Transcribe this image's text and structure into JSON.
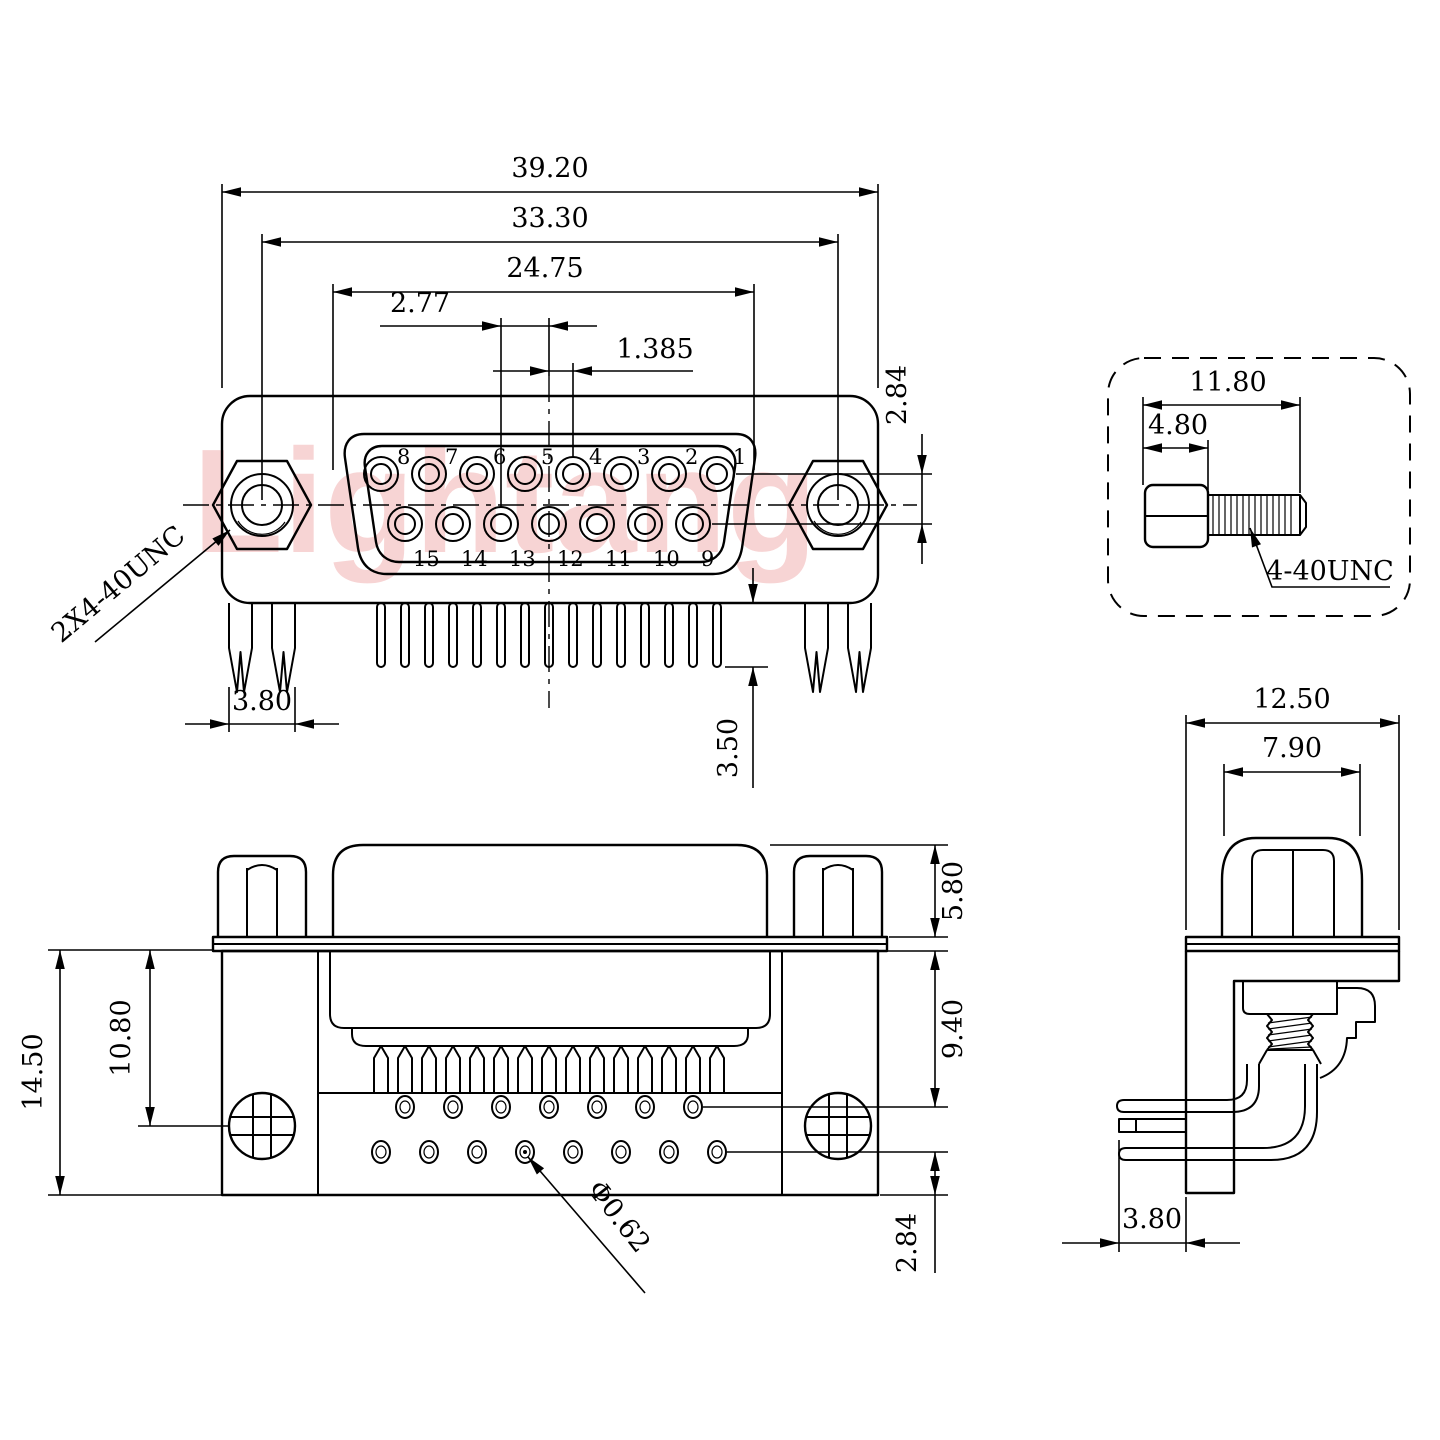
{
  "drawing": {
    "watermark": "Lightang",
    "front_view": {
      "dim_overall_width": "39.20",
      "dim_mount_spacing": "33.30",
      "dim_shell_width": "24.75",
      "dim_pin_pitch": "2.77",
      "dim_row_offset": "1.385",
      "dim_row_spacing": "2.84",
      "dim_lock_width": "3.80",
      "dim_pin_length": "3.50",
      "label_thread": "2X4-40UNC",
      "pin_numbers_top": [
        "8",
        "7",
        "6",
        "5",
        "4",
        "3",
        "2",
        "1"
      ],
      "pin_numbers_bottom": [
        "15",
        "14",
        "13",
        "12",
        "11",
        "10",
        "9"
      ]
    },
    "screw_detail": {
      "dim_total_length": "11.80",
      "dim_head_length": "4.80",
      "label_thread": "4-40UNC"
    },
    "rear_view": {
      "dim_total_height": "14.50",
      "dim_screw_axis": "10.80",
      "dim_standoff_height": "5.80",
      "dim_body_height": "9.40",
      "dim_row_to_edge": "2.84",
      "label_hole_dia": "Φ0.62"
    },
    "side_view": {
      "dim_depth": "12.50",
      "dim_hood_width": "7.90",
      "dim_pin_offset": "3.80"
    }
  }
}
